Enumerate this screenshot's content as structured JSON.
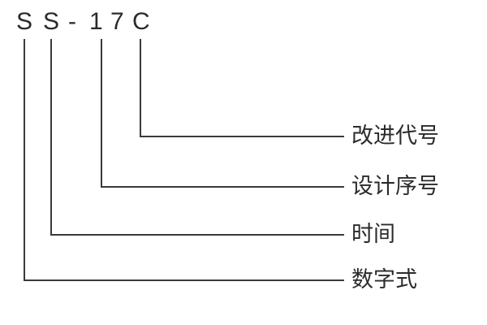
{
  "diagram": {
    "title": "model-code-explanation",
    "model_code": "SS-17C",
    "code_chars": [
      {
        "char": "S"
      },
      {
        "char": "S"
      },
      {
        "char": "-"
      },
      {
        "char": "1"
      },
      {
        "char": "7"
      },
      {
        "char": "C"
      }
    ],
    "labels": [
      {
        "text": "改进代号",
        "points_to": "C"
      },
      {
        "text": "设计序号",
        "points_to": "17"
      },
      {
        "text": "时间",
        "points_to": "S (second)"
      },
      {
        "text": "数字式",
        "points_to": "S (first)"
      }
    ],
    "colors": {
      "line": "#3a3a3a",
      "text": "#2b2b2b",
      "background": "#ffffff"
    }
  }
}
